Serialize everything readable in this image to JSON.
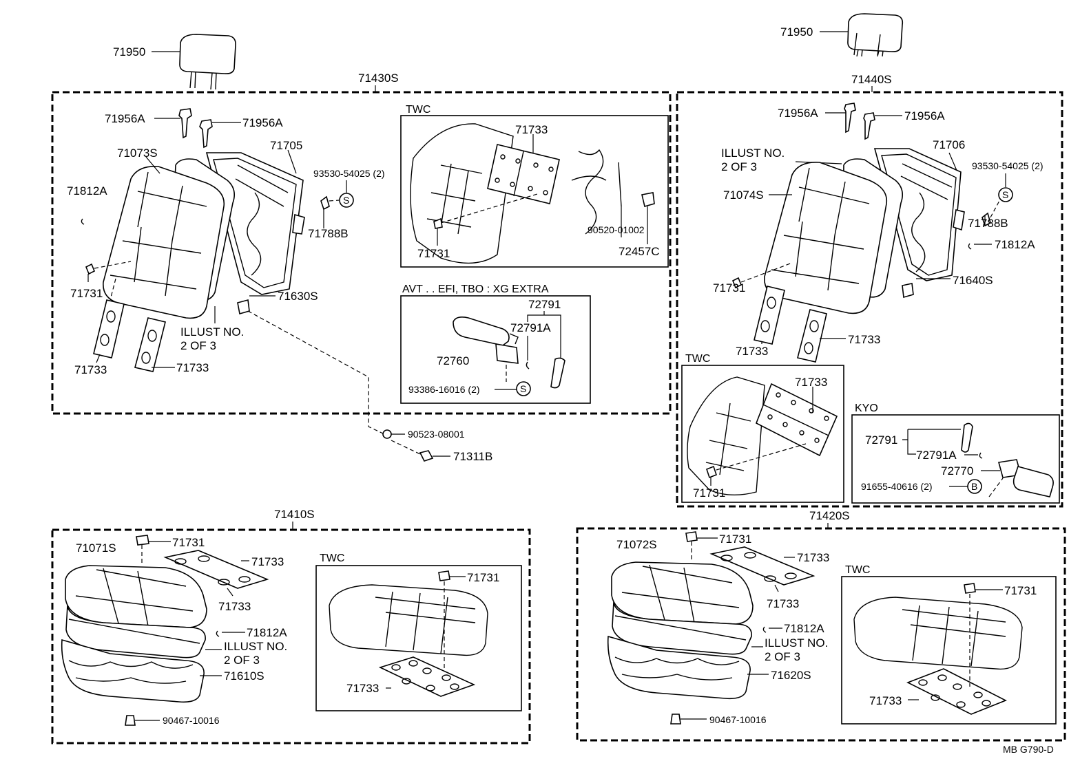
{
  "diagram": {
    "drawing_code": "MB  G790-D",
    "circle_symbols": {
      "s": "S",
      "b": "B"
    },
    "assemblies": {
      "front_left_back": {
        "assembly": "71430S",
        "headrest": "71950",
        "headrest_support_l": "71956A",
        "headrest_support_r": "71956A",
        "cover": "71073S",
        "back_board": "71705",
        "hog_ring": "71812A",
        "bolt": "93530-54025 (2)",
        "bolt_symbol": "S",
        "hinge_cover": "71788B",
        "clip": "71731",
        "frame": "71630S",
        "illust_note_1": "ILLUST NO.",
        "illust_note_2": "2 OF 3",
        "pad_l": "71733",
        "pad_r": "71733",
        "twc": {
          "title": "TWC",
          "pad": "71733",
          "clip": "71731",
          "spring_part": "90520-01002",
          "lock": "72457C"
        },
        "avt": {
          "title": "AVT . . EFI, TBO : XG  EXTRA",
          "adjuster": "72791",
          "adjuster_sub": "72791A",
          "motor": "72760",
          "screw": "93386-16016 (2)",
          "screw_symbol": "S"
        },
        "washer": "90523-08001",
        "nut": "71311B"
      },
      "front_right_back": {
        "assembly": "71440S",
        "headrest": "71950",
        "headrest_support_l": "71956A",
        "headrest_support_r": "71956A",
        "illust_note_1": "ILLUST NO.",
        "illust_note_2": "2 OF 3",
        "back_board": "71706",
        "bolt": "93530-54025 (2)",
        "bolt_symbol": "S",
        "cover": "71074S",
        "hinge_cover": "71788B",
        "hog_ring": "71812A",
        "clip": "71731",
        "frame": "71640S",
        "pad_l": "71733",
        "pad_r": "71733",
        "twc": {
          "title": "TWC",
          "pad": "71733",
          "clip": "71731"
        },
        "kyo": {
          "title": "KYO",
          "adjuster": "72791",
          "adjuster_sub": "72791A",
          "motor": "72770",
          "screw": "91655-40616 (2)",
          "screw_symbol": "B"
        }
      },
      "front_left_cushion": {
        "assembly": "71410S",
        "cover": "71071S",
        "clip": "71731",
        "pad_top": "71733",
        "pad_bottom": "71733",
        "hog_ring": "71812A",
        "illust_note_1": "ILLUST NO.",
        "illust_note_2": "2 OF 3",
        "frame": "71610S",
        "screw": "90467-10016",
        "twc": {
          "title": "TWC",
          "clip": "71731",
          "pad": "71733"
        }
      },
      "front_right_cushion": {
        "assembly": "71420S",
        "cover": "71072S",
        "clip": "71731",
        "pad_top": "71733",
        "pad_bottom": "71733",
        "hog_ring": "71812A",
        "illust_note_1": "ILLUST NO.",
        "illust_note_2": "2 OF 3",
        "frame": "71620S",
        "screw": "90467-10016",
        "twc": {
          "title": "TWC",
          "clip": "71731",
          "pad": "71733"
        }
      }
    }
  }
}
